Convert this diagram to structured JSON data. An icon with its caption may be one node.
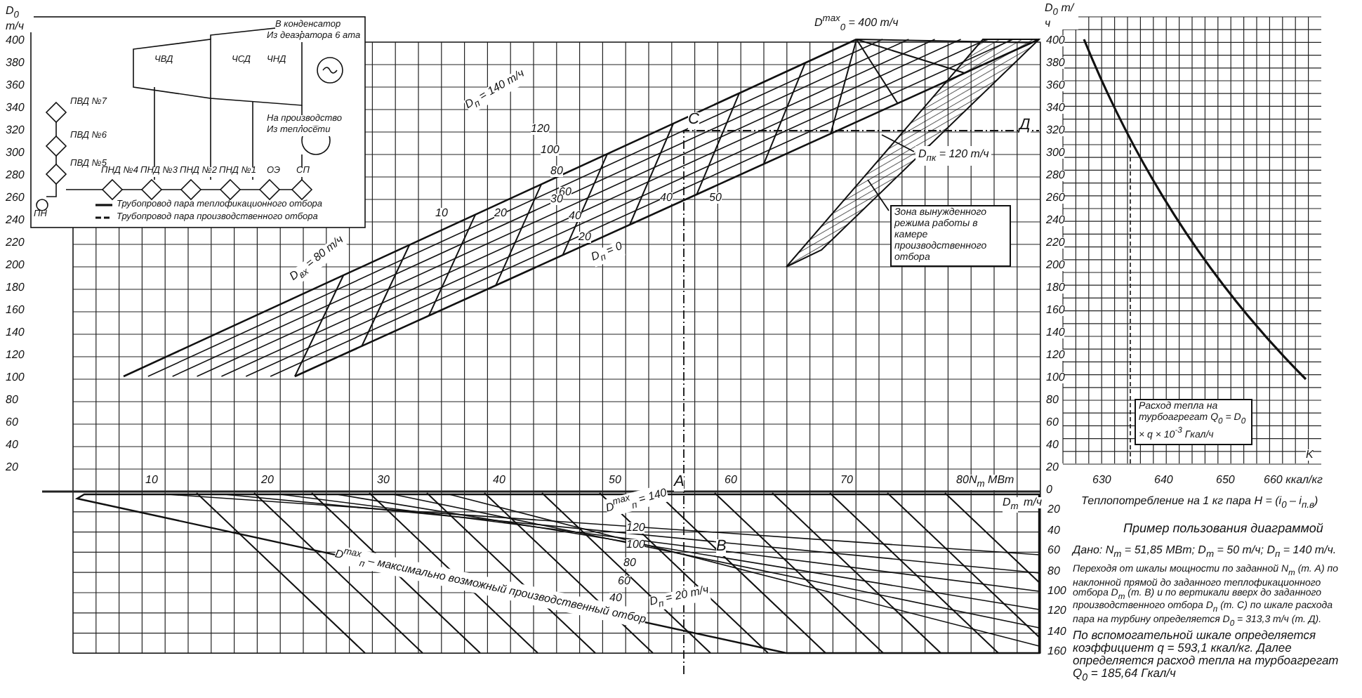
{
  "diagram": {
    "nodes": [
      {
        "text": [
          "Зона вынужденного режима работы в камере производственного отбора"
        ]
      },
      {
        "text": [
          "D$_{пк}$ = 120 т/ч"
        ]
      },
      {
        "text": [
          "Расход тепла на турбоагрегат Q$_{0}$ = D$_{0}$ × q × 10$^{-3}$ Гкал/ч"
        ]
      }
    ],
    "edges": [
      {
        "from": 0,
        "to": null,
        "arrow": "none"
      },
      {
        "from": 1,
        "to": null,
        "arrow": "none"
      }
    ],
    "labels": [
      "D$_{0}$ т/ч",
      "400",
      "380",
      "360",
      "340",
      "320",
      "300",
      "280",
      "260",
      "240",
      "220",
      "200",
      "180",
      "160",
      "140",
      "120",
      "100",
      "80",
      "60",
      "40",
      "20",
      "В конденсатор",
      "Из деаэратора 6 ата",
      "ЧВД",
      "ЧСД",
      "ЧНД",
      "ПВД №7",
      "ПВД №6",
      "ПВД №5",
      "На производство",
      "Из теплосети",
      "ПНД №4",
      "ПНД №3",
      "ПНД №2",
      "ПНД №1",
      "ОЭ",
      "СП",
      "ПН",
      "D$_{0}$ т/ч",
      "400",
      "380",
      "360",
      "340",
      "320",
      "300",
      "280",
      "260",
      "240",
      "220",
      "200",
      "180",
      "160",
      "140",
      "120",
      "100",
      "80",
      "60",
      "40",
      "20",
      "0",
      "D$_{т}$",
      "т/ч",
      "20",
      "40",
      "60",
      "80",
      "100",
      "120",
      "140",
      "160",
      "10",
      "20",
      "30",
      "40",
      "50",
      "60",
      "70",
      "80",
      "N$_{т}$ МВт",
      "D$^{max}$$_{0}$ = 400 т/ч",
      "D$_{вх}$ = 80 т/ч",
      "D$_{п}$ = 140 т/ч",
      "120",
      "100",
      "80",
      "60",
      "40",
      "20",
      "D$_{п}$ = 0",
      "10",
      "20",
      "30",
      "40",
      "50",
      "A",
      "B",
      "C",
      "Д",
      "D$^{max}$$_{п}$ = 140",
      "120",
      "100",
      "80",
      "60",
      "40",
      "D$_{п}$ = 20 т/ч",
      "D$^{max}$$_{п}$ – максимально возможный производственный отбор",
      "K",
      "630",
      "640",
      "650",
      "660 ккал/кг",
      "Теплопотребление на 1 кг пара H = (i$_{0}$ – i$_{п.в}$)",
      "Пример пользования диаграммой",
      "Дано: N$_{т}$ = 51,85 МВт; D$_{т}$ = 50 т/ч; D$_{п}$ = 140 т/ч.",
      "Переходя от шкалы мощности по заданной N$_{т}$ (т. А) по наклонной прямой до заданного теплофикационного отбора D$_{т}$ (т. В) и по вертикали вверх до заданного производственного отбора D$_{п}$ (т. С) по шкале расхода пара на турбину определяется D$_{0}$ = 313,3 т/ч (т. Д).",
      "По вспомогательной шкале определяется коэффициент q = 593,1 ккал/кг. Далее определяется расход тепла на турбоагрегат Q$_{0}$ = 185,64 Гкал/ч"
    ],
    "legend": [
      {
        "text": "Трубопровод пара теплофикационного отбора"
      },
      {
        "text": "Трубопровод пара производственного отбора"
      }
    ]
  }
}
